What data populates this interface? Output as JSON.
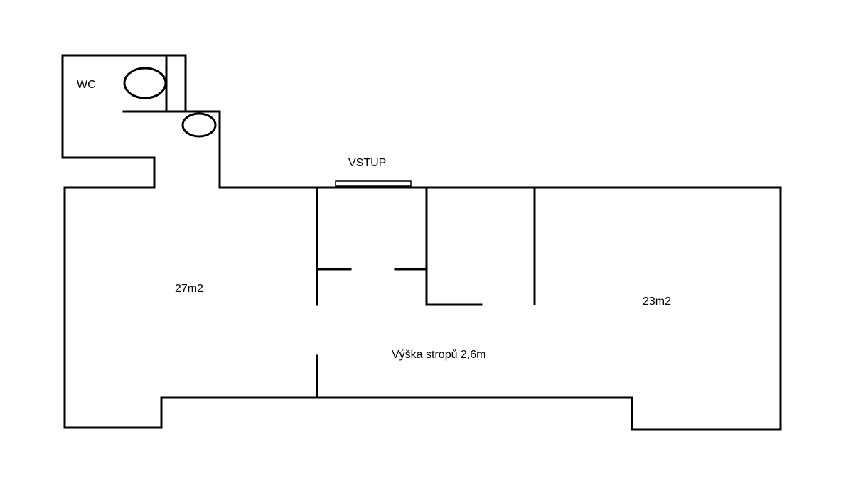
{
  "labels": {
    "wc": "WC",
    "room_left_area": "27m2",
    "room_right_area": "23m2",
    "entrance": "VSTUP",
    "ceiling_height": "Výška stropů 2,6m"
  },
  "colors": {
    "wall": "#000000",
    "background": "#ffffff"
  }
}
